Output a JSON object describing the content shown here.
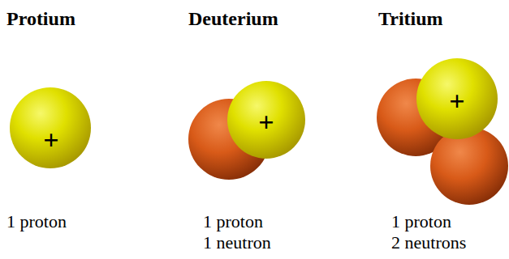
{
  "diagram": {
    "labels": [
      "Protium",
      "Deuterium",
      "Tritium",
      "+",
      "+",
      "+",
      "1 proton",
      "1 proton",
      "1 neutron",
      "1 proton",
      "2 neutrons"
    ]
  }
}
